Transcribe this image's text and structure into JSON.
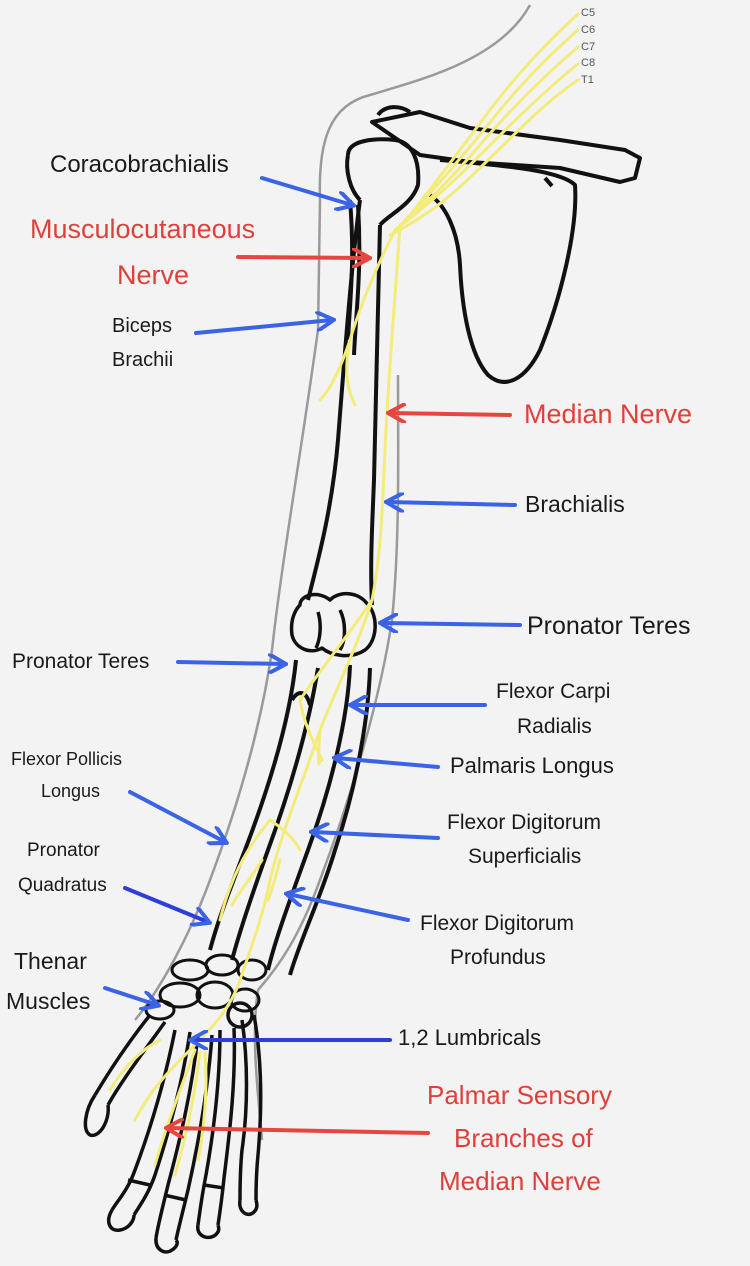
{
  "colors": {
    "background": "#f3f3f3",
    "bone_outline": "#111111",
    "skin_outline": "#9a9a9a",
    "nerve": "#f3ec7a",
    "muscle_arrow": "#3a63e6",
    "nerve_arrow": "#e5463f",
    "nerve_label": "#e0403a",
    "text": "#1a1a1a"
  },
  "roots": [
    "C5",
    "C6",
    "C7",
    "C8",
    "T1"
  ],
  "labels": {
    "coracobrachialis": "Coracobrachialis",
    "musculocutaneous_1": "Musculocutaneous",
    "musculocutaneous_2": "Nerve",
    "biceps_1": "Biceps",
    "biceps_2": "Brachii",
    "median_nerve": "Median Nerve",
    "brachialis": "Brachialis",
    "pronator_teres_right": "Pronator Teres",
    "pronator_teres_left": "Pronator Teres",
    "fcr_1": "Flexor Carpi",
    "fcr_2": "Radialis",
    "fpl_1": "Flexor Pollicis",
    "fpl_2": "Longus",
    "palmaris_longus": "Palmaris Longus",
    "fds_1": "Flexor Digitorum",
    "fds_2": "Superficialis",
    "pq_1": "Pronator",
    "pq_2": "Quadratus",
    "fdp_1": "Flexor Digitorum",
    "fdp_2": "Profundus",
    "thenar_1": "Thenar",
    "thenar_2": "Muscles",
    "lumbricals": "1,2 Lumbricals",
    "palmar_1": "Palmar Sensory",
    "palmar_2": "Branches of",
    "palmar_3": "Median Nerve"
  }
}
